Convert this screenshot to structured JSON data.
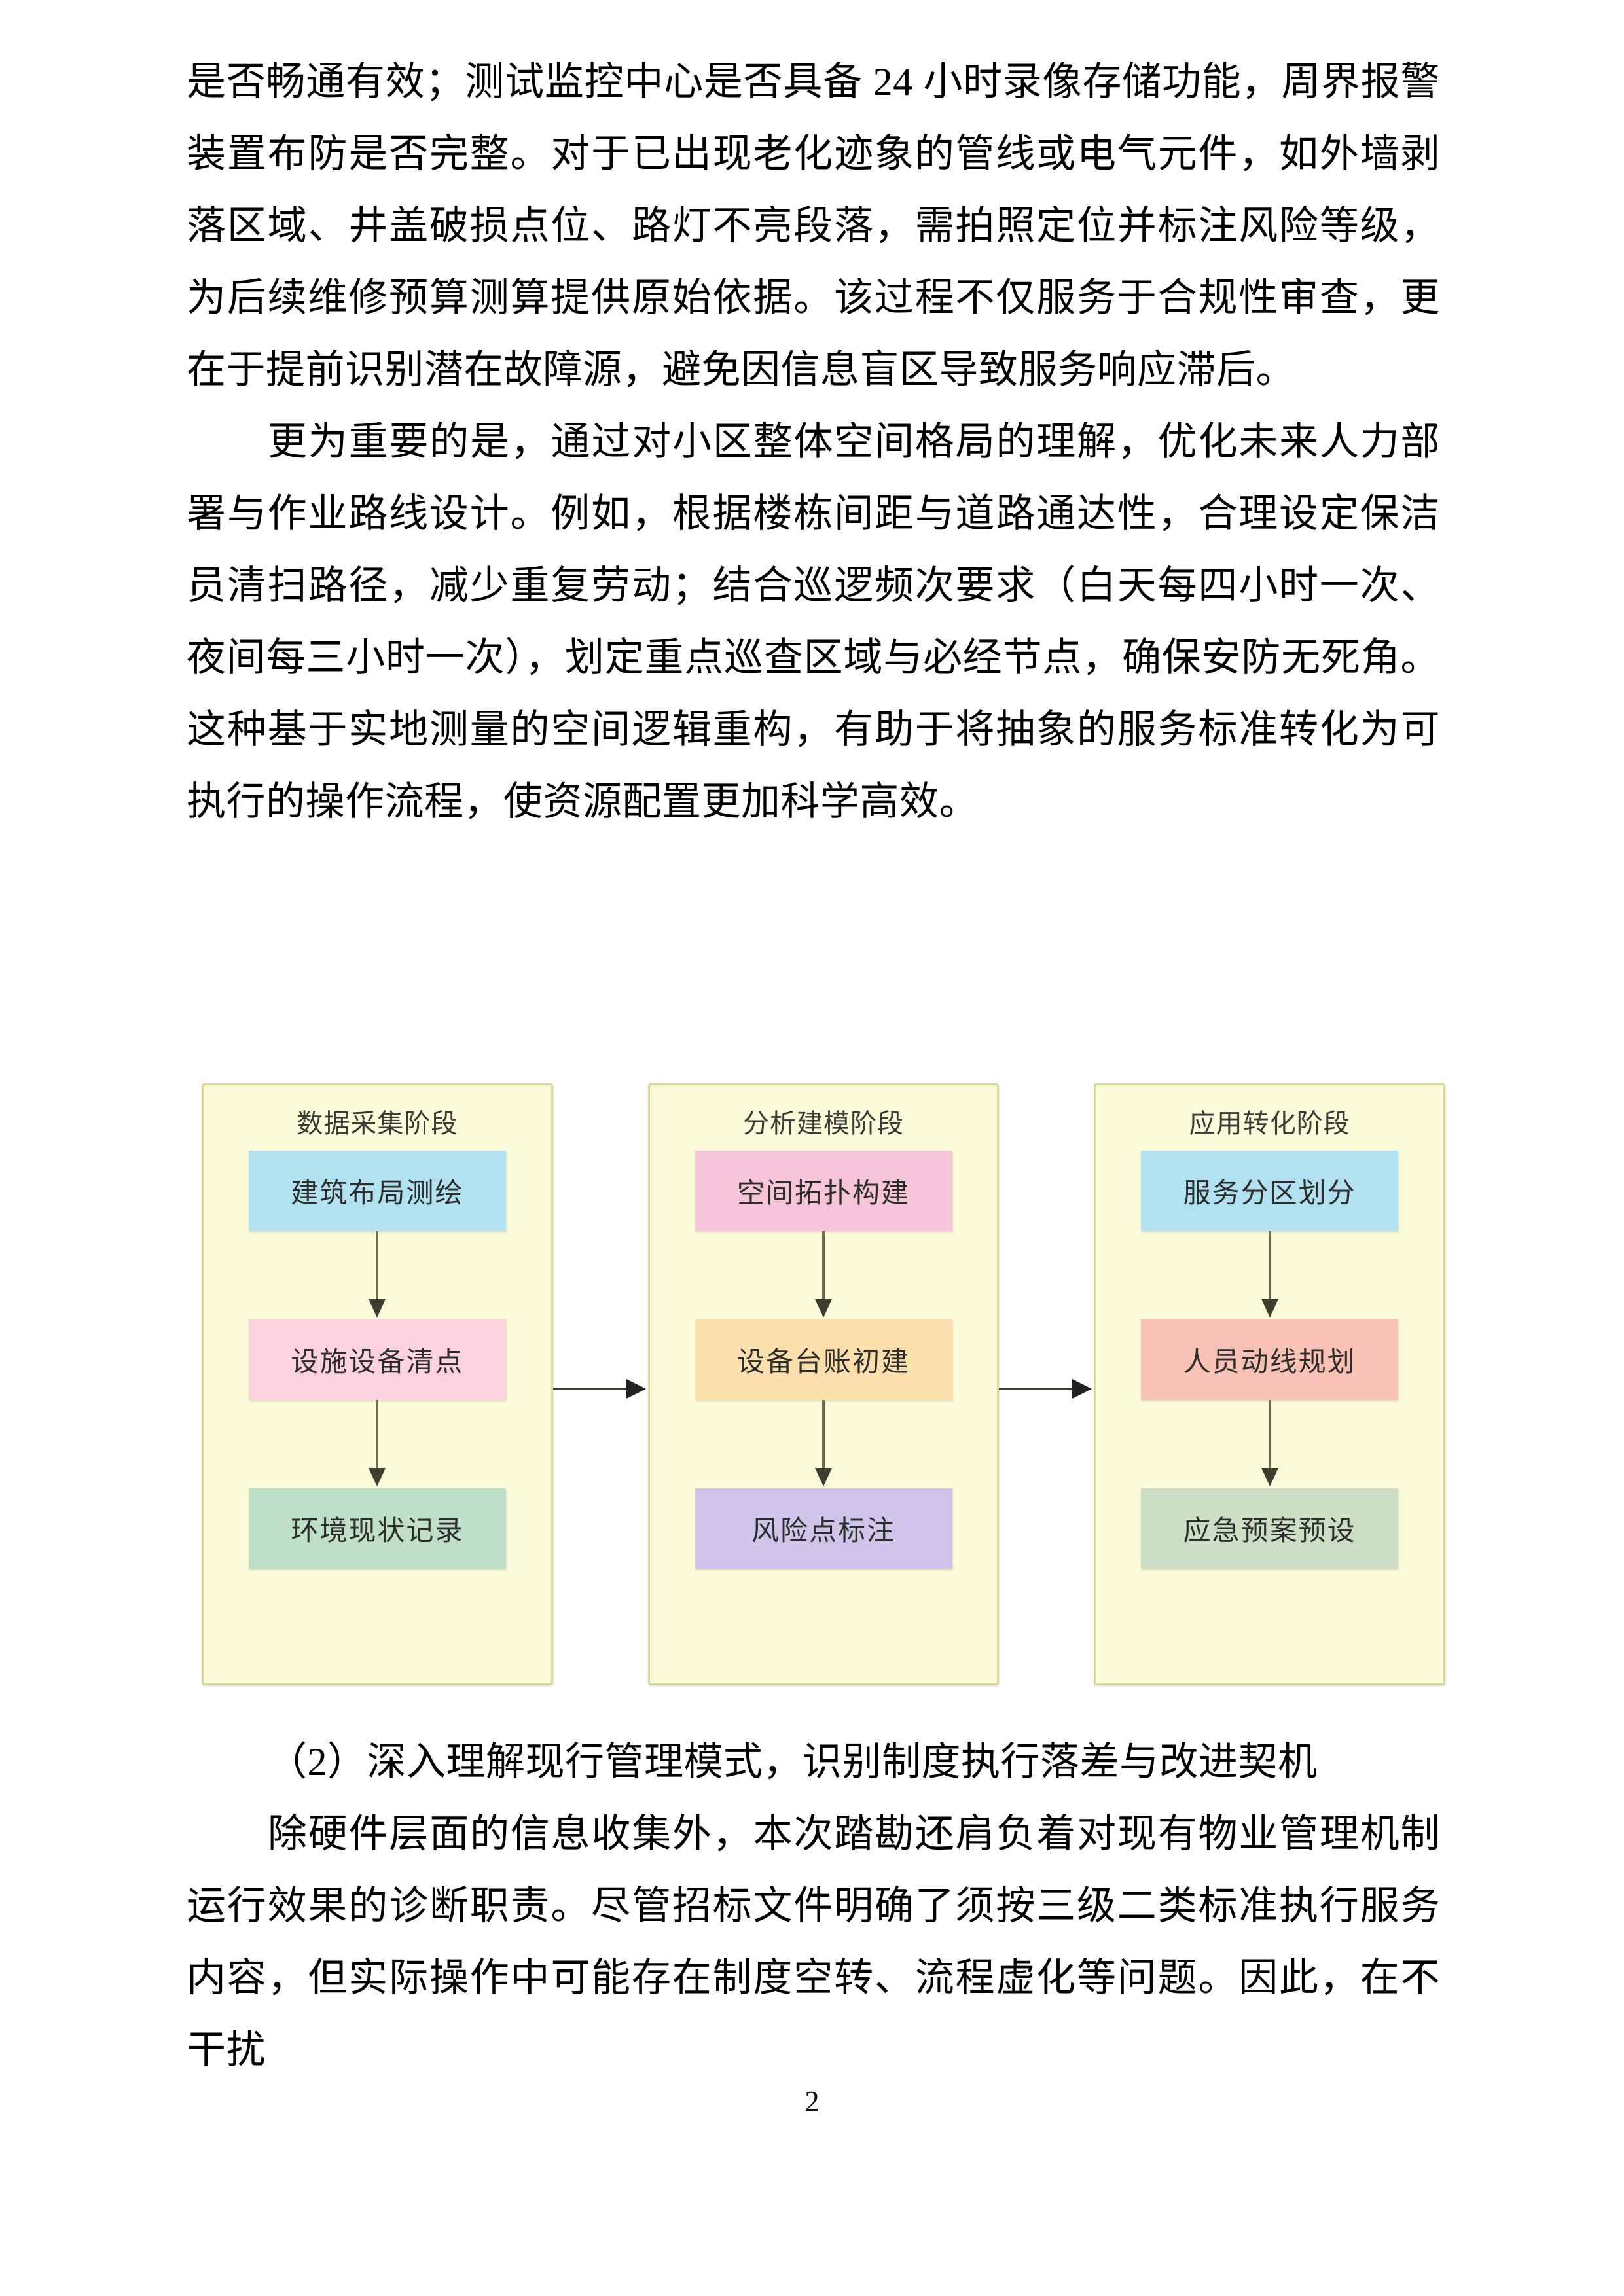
{
  "page": {
    "number": "2"
  },
  "body": {
    "paragraphs": [
      {
        "id": "para-1",
        "indent": false,
        "text": "是否畅通有效；测试监控中心是否具备 24 小时录像存储功能，周界报警装置布防是否完整。对于已出现老化迹象的管线或电气元件，如外墙剥落区域、井盖破损点位、路灯不亮段落，需拍照定位并标注风险等级，为后续维修预算测算提供原始依据。该过程不仅服务于合规性审查，更在于提前识别潜在故障源，避免因信息盲区导致服务响应滞后。"
      },
      {
        "id": "para-2",
        "indent": true,
        "text": "更为重要的是，通过对小区整体空间格局的理解，优化未来人力部署与作业路线设计。例如，根据楼栋间距与道路通达性，合理设定保洁员清扫路径，减少重复劳动；结合巡逻频次要求（白天每四小时一次、夜间每三小时一次），划定重点巡查区域与必经节点，确保安防无死角。这种基于实地测量的空间逻辑重构，有助于将抽象的服务标准转化为可执行的操作流程，使资源配置更加科学高效。"
      }
    ]
  },
  "lower": {
    "paragraphs": [
      {
        "id": "para-3",
        "indent": true,
        "text": "（2）深入理解现行管理模式，识别制度执行落差与改进契机"
      },
      {
        "id": "para-4",
        "indent": true,
        "text": "除硬件层面的信息收集外，本次踏勘还肩负着对现有物业管理机制运行效果的诊断职责。尽管招标文件明确了须按三级二类标准执行服务内容，但实际操作中可能存在制度空转、流程虚化等问题。因此，在不干扰"
      }
    ]
  },
  "diagram": {
    "type": "flowchart",
    "orientation": "three-column-left-to-right",
    "panel_fill": "#fbfbd9",
    "panel_border": "#d7d79a",
    "arrow_color": "#3e3e30",
    "panels": [
      {
        "title": "数据采集阶段",
        "nodes": [
          {
            "label": "建筑布局测绘",
            "color": "#b2e2f2",
            "color_class": "c-blue"
          },
          {
            "label": "设施设备清点",
            "color": "#fbd2de",
            "color_class": "c-pink"
          },
          {
            "label": "环境现状记录",
            "color": "#bfdfc9",
            "color_class": "c-green"
          }
        ]
      },
      {
        "title": "分析建模阶段",
        "nodes": [
          {
            "label": "空间拓扑构建",
            "color": "#f7c5da",
            "color_class": "c-magenta"
          },
          {
            "label": "设备台账初建",
            "color": "#fbdfac",
            "color_class": "c-orange"
          },
          {
            "label": "风险点标注",
            "color": "#cfc4ea",
            "color_class": "c-purple"
          }
        ]
      },
      {
        "title": "应用转化阶段",
        "nodes": [
          {
            "label": "服务分区划分",
            "color": "#b2e2f2",
            "color_class": "c-blue"
          },
          {
            "label": "人员动线规划",
            "color": "#f9c2b6",
            "color_class": "c-salmon"
          },
          {
            "label": "应急预案预设",
            "color": "#ccdfc6",
            "color_class": "c-sage"
          }
        ]
      }
    ]
  }
}
